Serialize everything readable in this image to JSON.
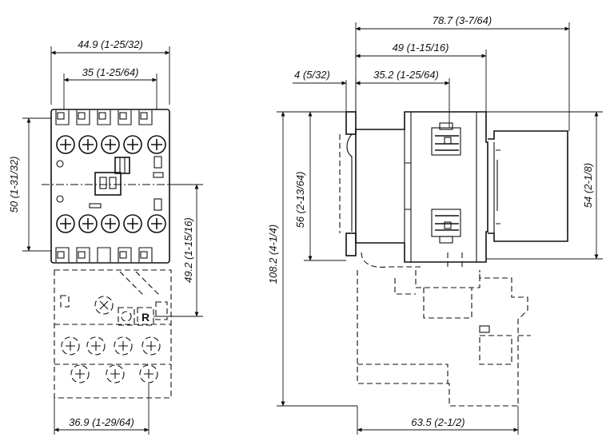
{
  "dimensions": {
    "front_width": "44.9 (1-25/32)",
    "front_inner_width": "35 (1-25/64)",
    "front_height": "50 (1-31/32)",
    "front_lower_height": "49.2 (1-15/16)",
    "front_bottom_width": "36.9 (1-29/64)",
    "side_total_depth": "78.7 (3-7/64)",
    "side_depth_49": "49 (1-15/16)",
    "side_depth_35": "35.2 (1-25/64)",
    "side_rail_offset": "4 (5/32)",
    "side_total_height": "108.2 (4-1/4)",
    "side_body_height": "56 (2-13/64)",
    "side_aux_height": "54 (2-1/8)",
    "side_bottom_depth": "63.5 (2-1/2)"
  }
}
